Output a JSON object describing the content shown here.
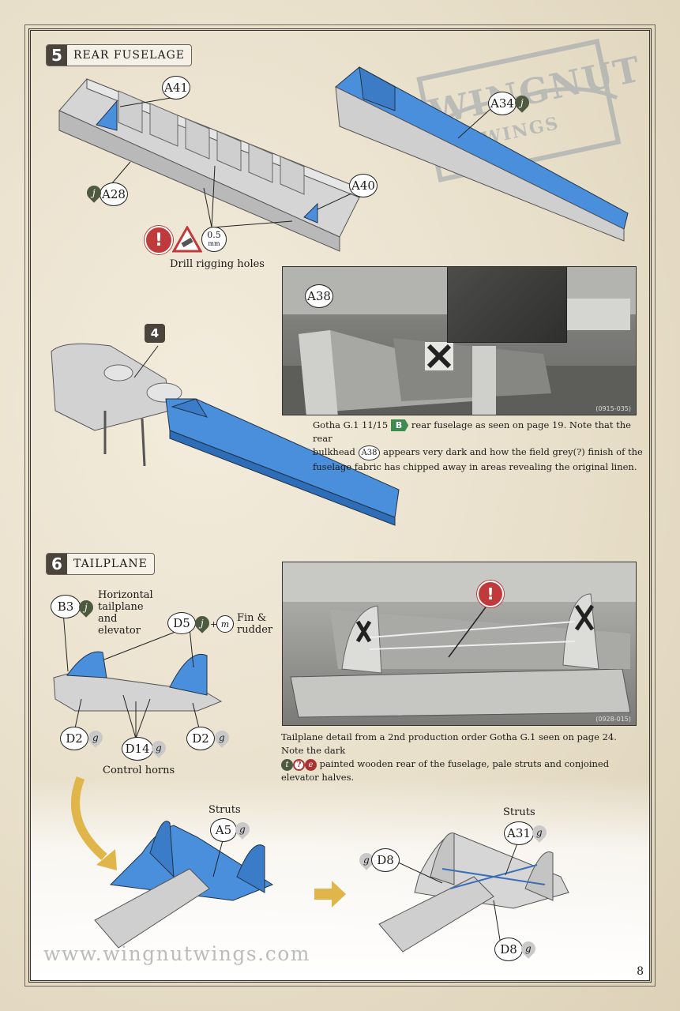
{
  "brand": {
    "logo_main": "WINGNUT",
    "logo_sub": "WINGS",
    "url": "www.wingnutwings.com",
    "page_number": "8"
  },
  "colors": {
    "part_blue": "#4a8fdc",
    "part_grey": "#c9c9c9",
    "warning_red": "#c0393b",
    "badge_green": "#3d8a52",
    "paint_dark": "#4d5a3f"
  },
  "step5": {
    "number": "5",
    "title": "REAR FUSELAGE",
    "callouts": {
      "a41": "A41",
      "a28": "A28",
      "a40": "A40",
      "a34": "A34",
      "sub4": "4",
      "a38": "A38"
    },
    "paint_codes": {
      "a28": "j",
      "a34": "j"
    },
    "drill": {
      "size": "0.5",
      "unit": "mm",
      "label": "Drill rigging holes",
      "warning_symbol": "!"
    },
    "photo": {
      "code": "(0915-035)",
      "caption_part1": "Gotha G.1 11/15",
      "badge": "B",
      "caption_part2": "rear fuselage as seen on page 19. Note that the rear",
      "caption_part3": "bulkhead",
      "caption_ref": "A38",
      "caption_part4": "appears very dark and how the field grey(?) finish of the",
      "caption_part5": "fuselage fabric has chipped away in areas revealing the original linen."
    }
  },
  "step6": {
    "number": "6",
    "title": "TAILPLANE",
    "callouts": {
      "b3": "B3",
      "d5": "D5",
      "d2_left": "D2",
      "d14": "D14",
      "d2_right": "D2",
      "a5": "A5",
      "d8_left": "D8",
      "a31": "A31",
      "d8_bottom": "D8"
    },
    "paint_codes": {
      "b3": "j",
      "d5_a": "j",
      "d5_b": "m",
      "d2_left": "g",
      "d14": "g",
      "d2_right": "g",
      "a5": "g",
      "d8_left": "g",
      "a31": "g",
      "d8_bottom": "g"
    },
    "plus": "+",
    "labels": {
      "horizontal": "Horizontal tailplane and elevator",
      "fin": "Fin & rudder",
      "control_horns": "Control horns",
      "struts_left": "Struts",
      "struts_right": "Struts"
    },
    "photo": {
      "code": "(0928-015)",
      "warning_symbol": "!",
      "caption_part1": "Tailplane detail from a 2nd production order Gotha G.1 seen on page 24. Note the dark",
      "paint_t": "t",
      "paint_q": "?",
      "paint_e": "e",
      "caption_part2": "painted wooden rear of the fuselage, pale struts and conjoined elevator halves."
    }
  }
}
